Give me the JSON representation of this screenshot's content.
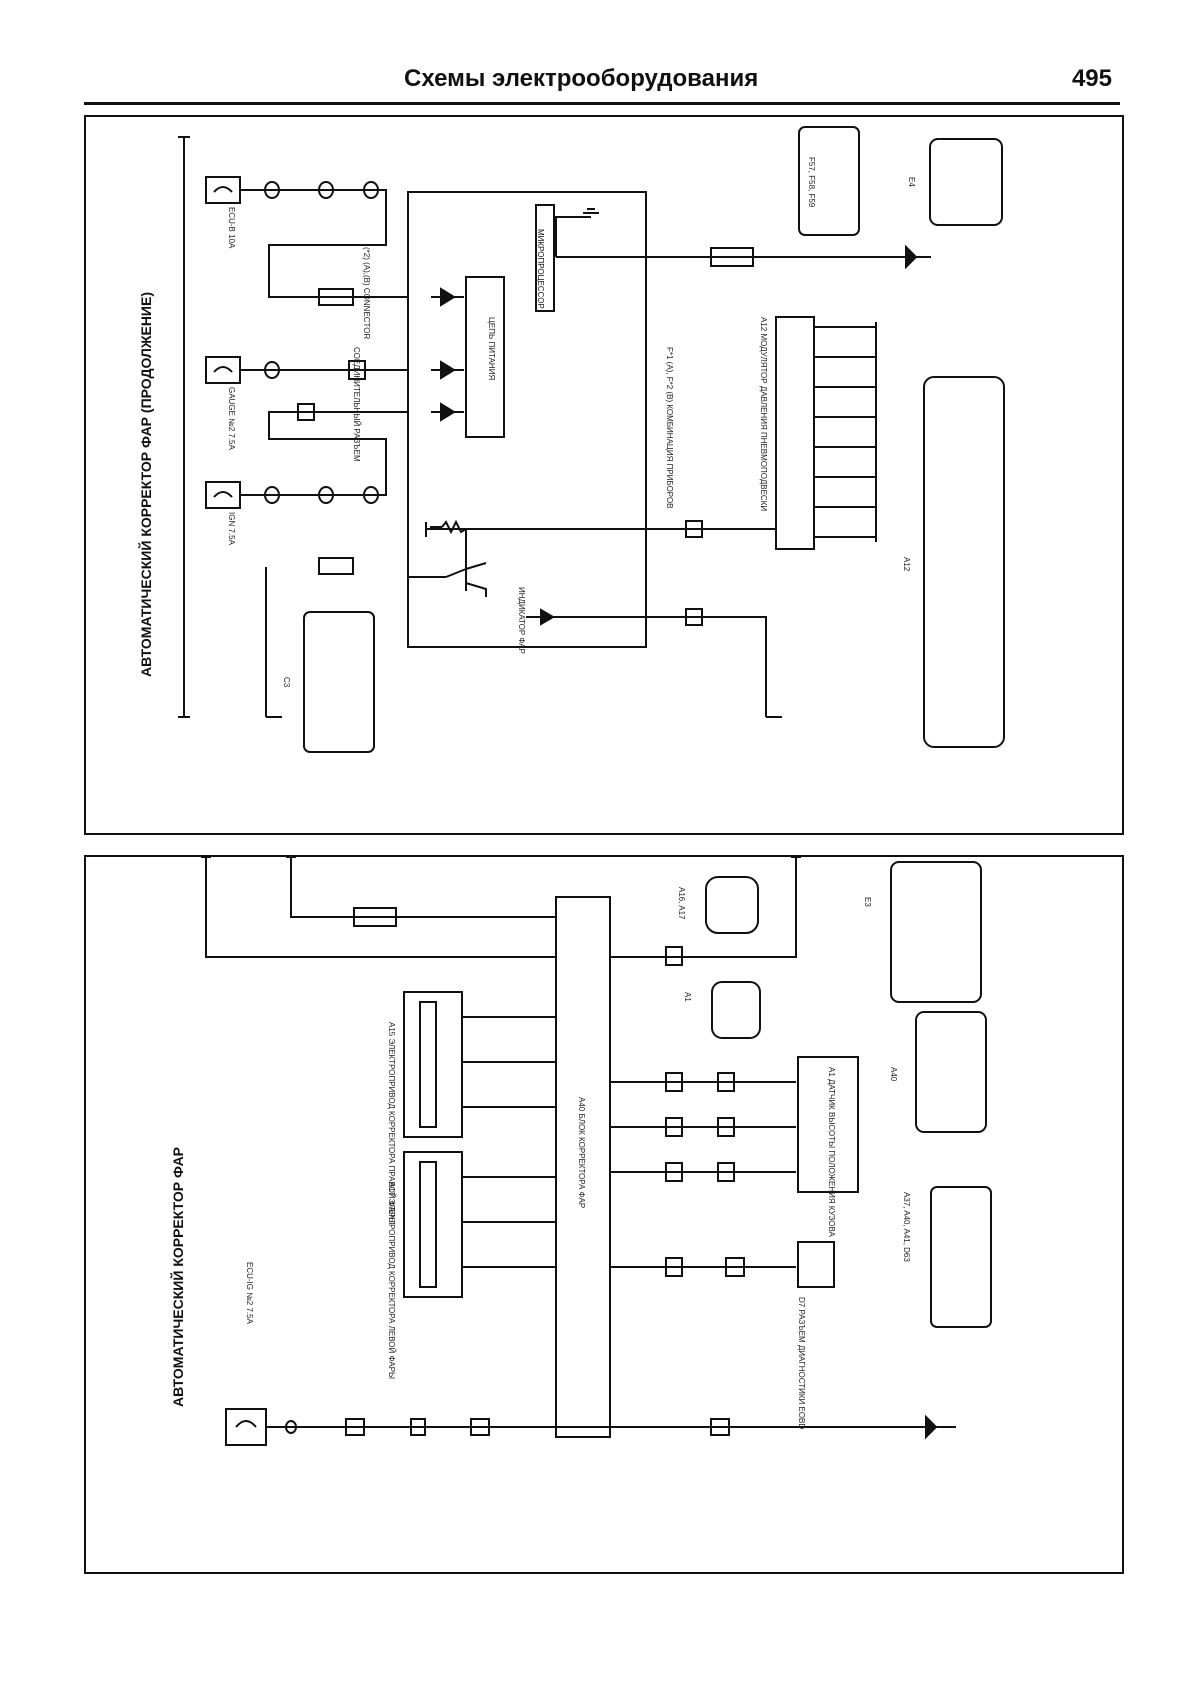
{
  "header": {
    "title": "Схемы электрооборудования",
    "page_number": "495"
  },
  "top_panel": {
    "title": "АВТОМАТИЧЕСКИЙ КОРРЕКТОР ФАР (ПРОДОЛЖЕНИЕ)",
    "fuses": [
      "ECU-B 10A",
      "GAUGE №2 7.5A",
      "IGN 7.5A"
    ],
    "labels": {
      "connector_1": "(*2) (A),(B) CONNECTOR",
      "connector_2": "СОЕДИНИТЕЛЬНЫЙ РАЗЪЕМ",
      "power_circuit": "ЦЕПЬ ПИТАНИЯ",
      "microprocessor": "МИКРОПРОЦЕССОР",
      "combination_meter": "F*1 (A), F*2 (B) КОМБИНАЦИЯ ПРИБОРОВ",
      "indicator": "ИНДИКАТОР ФАР",
      "air_suspension": "A12 МОДУЛЯТОР ДАВЛЕНИЯ ПНЕВМОПОДВЕСКИ",
      "connector_views": [
        "F57, F58, F59",
        "E4",
        "C3",
        "A12"
      ]
    }
  },
  "bottom_panel": {
    "title": "АВТОМАТИЧЕСКИЙ КОРРЕКТОР ФАР",
    "fuses": [
      "ECU-IG №2 7.5A"
    ],
    "labels": {
      "right_motor": "A15 ЭЛЕКТРОПРИВОД КОРРЕКТОРА ПРАВОЙ ФАРЫ",
      "left_motor": "A17 ЭЛЕКТРОПРИВОД КОРРЕКТОРА ЛЕВОЙ ФАРЫ",
      "ecu": "A40 БЛОК КОРРЕКТОРА ФАР",
      "height_sensor": "A1 ДАТЧИК ВЫСОТЫ ПОЛОЖЕНИЯ КУЗОВА",
      "diagnostic": "D7 РАЗЪЕМ ДИАГНОСТИКИ EOBD",
      "connector_views": [
        "A16, A17",
        "A1",
        "A40",
        "E3",
        "A37, A40, A41, D63"
      ]
    }
  }
}
